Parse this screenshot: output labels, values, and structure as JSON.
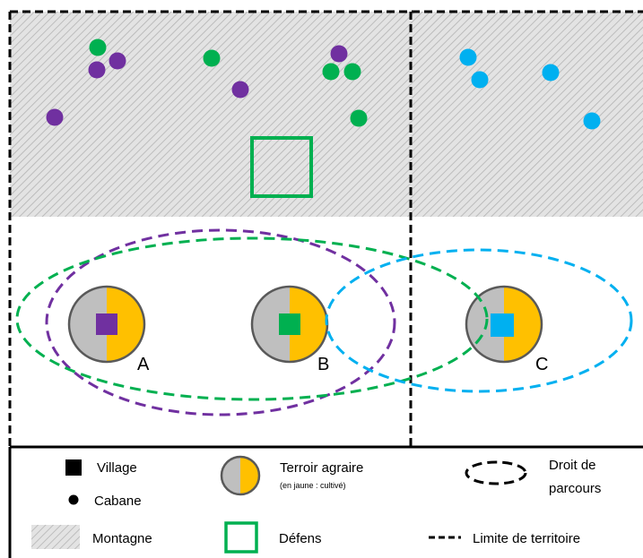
{
  "colors": {
    "purple": "#7030a0",
    "green": "#00b050",
    "cyan": "#00b0f0",
    "yellow": "#ffc000",
    "grey": "#bfbfbf",
    "hatch_bg": "#e3e3e3",
    "hatch_line": "#b0b0b0",
    "black": "#000000"
  },
  "villages": [
    {
      "label": "A"
    },
    {
      "label": "B"
    },
    {
      "label": "C"
    }
  ],
  "legend": {
    "village": "Village",
    "cabane": "Cabane",
    "montagne": "Montagne",
    "terroir": "Terroir agraire",
    "terroir_note": "(en jaune : cultivé)",
    "defens": "Défens",
    "droit_line1": "Droit de",
    "droit_line2": "parcours",
    "limite": "Limite de territoire"
  }
}
